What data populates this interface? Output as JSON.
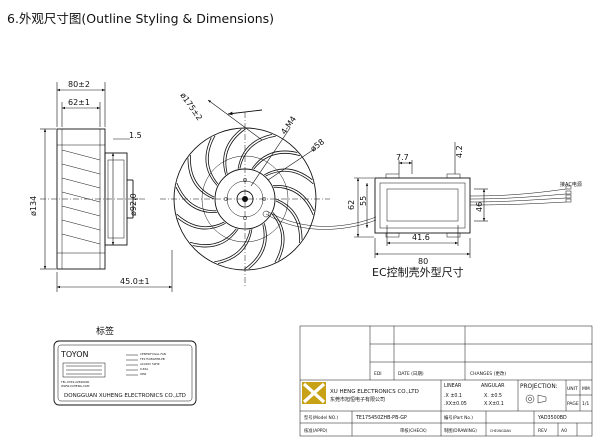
{
  "title": "6.外观尺寸图(Outline Styling & Dimensions)",
  "side": {
    "d80": "80±2",
    "d62": "62±1",
    "d15": "1.5",
    "d134": "ø134",
    "d92": "ø92.0",
    "d45": "45.0±1"
  },
  "front": {
    "d175": "ø175±2",
    "m4": "4-M4",
    "d58": "ø58"
  },
  "controller": {
    "d77": "7.7",
    "d42": "4.2",
    "d62": "62",
    "d55": "55",
    "d46": "46",
    "d416": "41.6",
    "d80": "80",
    "wire_label": "接AC电源",
    "caption": "EC控制壳外型尺寸"
  },
  "nameplate": {
    "title": "标签",
    "brand": "TOYON",
    "type": "CENTRIFUGAL FAN",
    "model": "TE175450ZHB-PB",
    "voltage": "AC220V    50HZ",
    "current": "0.65A",
    "power": "90W",
    "tel": "TEL:0769-22690000",
    "web": "WWW.XUHENG.COM",
    "company": "DONGGUAN XUHENG ELECTRONICS CO.,LTD"
  },
  "title_block": {
    "edi": "EDI",
    "date": "DATE (日期)",
    "changes": "CHANGES (更改)",
    "company_en": "XU HENG ELECTRONICS CO.,LTD",
    "company_cn": "东莞市旭恒电子有限公司",
    "linear": "LINEAR",
    "lin_tol1": ".X ±0.1",
    "lin_tol2": ".XX±0.05",
    "angular": "ANGULAR",
    "ang_tol1": "X. ±0.5",
    "ang_tol2": "X.X±0.1",
    "projection": "PROJECTION:",
    "unit": "UNIT",
    "unit_value": "MM",
    "page": "PAGE",
    "page_value": "1/1",
    "model_label": "型号(Model NO.)",
    "model_value": "TE175450ZHB-PB-GP",
    "part_label": "编号(Part No.)",
    "part_value": "YAD3500BD",
    "appd": "核准(APPD)",
    "check": "审核(CHECK)",
    "drawing": "制图(DRAWING)",
    "drawing_value": "CHEUNGDAN",
    "rev": "REV",
    "rev_value": "A0"
  }
}
